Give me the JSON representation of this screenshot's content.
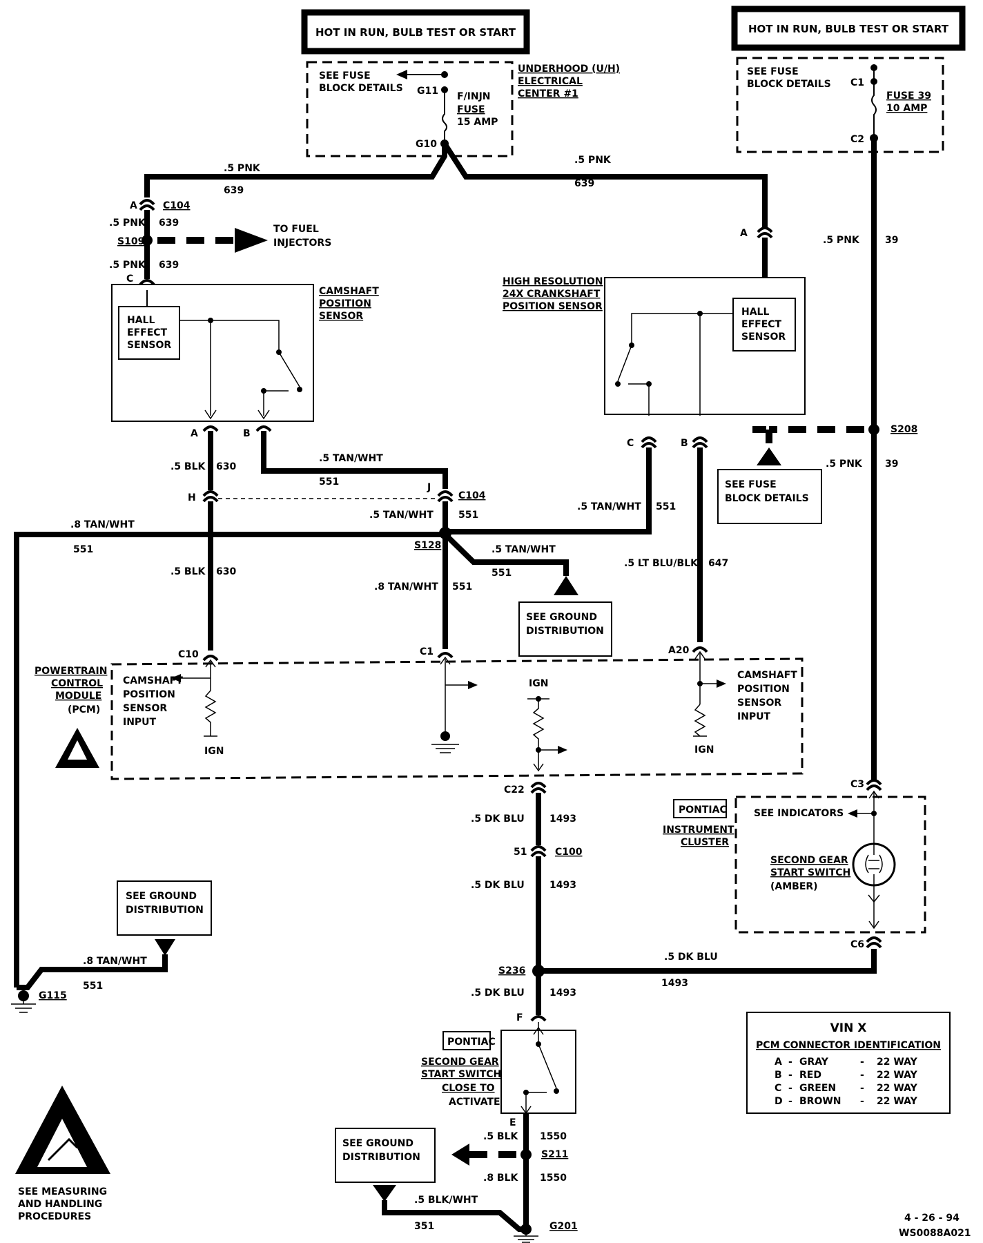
{
  "power": {
    "left_header": "HOT IN RUN, BULB TEST OR START",
    "right_header": "HOT IN RUN, BULB TEST OR START",
    "left_fuse_details": [
      "SEE FUSE",
      "BLOCK DETAILS"
    ],
    "right_fuse_details": [
      "SEE FUSE",
      "BLOCK DETAILS"
    ],
    "underhood_center": [
      "UNDERHOOD (U/H)",
      "ELECTRICAL",
      "CENTER #1"
    ],
    "finjn_fuse": [
      "F/INJN",
      "FUSE",
      "15 AMP"
    ],
    "fuse39": [
      "FUSE 39",
      "10 AMP"
    ],
    "pins": {
      "g11": "G11",
      "g10": "G10",
      "c1": "C1",
      "c2": "C2"
    }
  },
  "wires": {
    "pnk_05": ".5 PNK",
    "pnk_05_sp": ".5  PNK",
    "c639": "639",
    "c39": "39",
    "blk_05": ".5 BLK",
    "blk_05b": ".5 BLK",
    "blk_05c": ".5  BLK",
    "blk_08": ".8  BLK",
    "c630": "630",
    "tanwht_05": ".5 TAN/WHT",
    "tanwht_05b": ".5  TAN/WHT",
    "tanwht_08": ".8  TAN/WHT",
    "tanwht_08b": ".8 TAN/WHT",
    "tanwht_08c": ".8 TAN/WHT",
    "c551": "551",
    "ltblublk": ".5 LT BLU/BLK",
    "c647": "647",
    "dkblu": ".5  DK  BLU",
    "dkblu2": ".5  DK  BLU",
    "c1493": "1493",
    "c1550": "1550",
    "blkwht": ".5  BLK/WHT",
    "c351": "351"
  },
  "connectors": {
    "c104": "C104",
    "c100": "C100",
    "pin_a": "A",
    "pin_b": "B",
    "pin_c": "C",
    "pin_h": "H",
    "pin_j": "J",
    "pin_e": "E",
    "pin_f": "F",
    "pin_51": "51",
    "c10": "C10",
    "c1": "C1",
    "a20": "A20",
    "c22": "C22",
    "c3": "C3",
    "c6": "C6"
  },
  "splices": {
    "s109": "S109",
    "s128": "S128",
    "s208": "S208",
    "s236": "S236",
    "s211": "S211",
    "g115": "G115",
    "g201": "G201"
  },
  "components": {
    "fuel_injectors": [
      "TO FUEL",
      "INJECTORS"
    ],
    "cam_sensor": [
      "CAMSHAFT",
      "POSITION",
      "SENSOR"
    ],
    "crank_sensor": [
      "HIGH  RESOLUTION",
      "24X  CRANKSHAFT",
      "POSITION  SENSOR"
    ],
    "hall": [
      "HALL",
      "EFFECT",
      "SENSOR"
    ],
    "hall2": [
      "HALL",
      "EFFECT",
      "SENSOR"
    ],
    "see_ground": [
      "SEE GROUND",
      "DISTRIBUTION"
    ],
    "see_ground2": [
      "SEE GROUND",
      "DISTRIBUTION"
    ],
    "see_ground3": [
      "SEE  GROUND",
      "DISTRIBUTION"
    ],
    "see_fuse_mid": [
      "SEE  FUSE",
      "BLOCK  DETAILS"
    ],
    "pcm": [
      "POWERTRAIN",
      "CONTROL",
      "MODULE",
      "(PCM)"
    ],
    "pcm_cam_input": [
      "CAMSHAFT",
      "POSITION",
      "SENSOR",
      "INPUT"
    ],
    "pcm_cam_input2": [
      "CAMSHAFT",
      "POSITION",
      "SENSOR",
      "INPUT"
    ],
    "ign": "IGN",
    "ign2": "IGN",
    "ign3": "IGN",
    "pontiac": "PONTIAC",
    "pontiac2": "PONTIAC",
    "instrument_cluster": [
      "INSTRUMENT",
      "CLUSTER"
    ],
    "see_indicators": "SEE  INDICATORS",
    "second_gear_lamp": [
      "SECOND  GEAR",
      "START  SWITCH",
      "(AMBER)"
    ],
    "second_gear_switch": [
      "SECOND  GEAR",
      "START  SWITCH",
      "CLOSE  TO",
      "ACTIVATE"
    ],
    "esd_note": [
      "SEE MEASURING",
      "AND HANDLING",
      "PROCEDURES"
    ]
  },
  "vin_table": {
    "title": "VIN X",
    "subtitle": "PCM CONNECTOR IDENTIFICATION",
    "rows": [
      {
        "pin": "A",
        "color": "GRAY",
        "size": "22 WAY"
      },
      {
        "pin": "B",
        "color": "RED",
        "size": "22 WAY"
      },
      {
        "pin": "C",
        "color": "GREEN",
        "size": "22 WAY"
      },
      {
        "pin": "D",
        "color": "BROWN",
        "size": "22 WAY"
      }
    ]
  },
  "footer": {
    "date": "4 - 26 - 94",
    "code": "WS0088A021"
  }
}
